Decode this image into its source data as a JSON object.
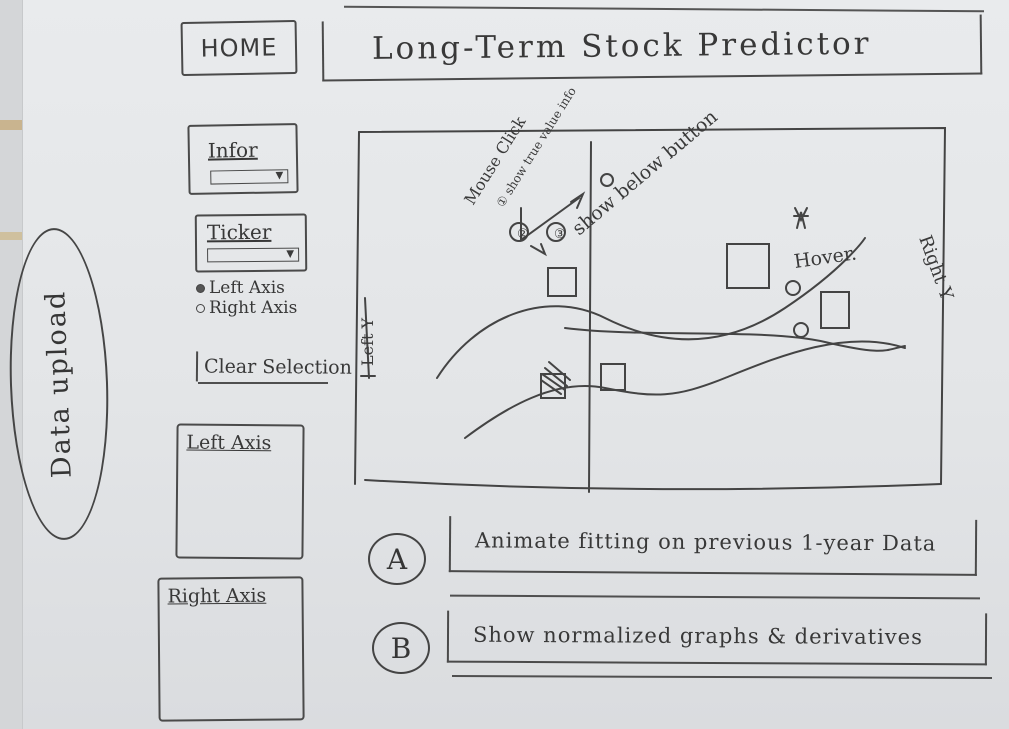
{
  "header": {
    "home_label": "HOME",
    "title": "Long-Term Stock Predictor"
  },
  "side": {
    "data_upload_label": "Data upload"
  },
  "sidebar": {
    "info_label": "Infor",
    "ticker_label": "Ticker",
    "radio_left": "Left Axis",
    "radio_right": "Right Axis",
    "clear_label": "Clear Selection",
    "left_panel_title": "Left Axis",
    "right_panel_title": "Right Axis"
  },
  "chart_data": {
    "type": "line",
    "annotations": {
      "mouse_click": "Mouse Click",
      "step1": "① show true value info",
      "step2": "②",
      "step3": "③",
      "show_below": "show below button",
      "hover": "Hover.",
      "left_axis": "Left Y",
      "right_axis": "Right Y"
    }
  },
  "buttons": {
    "a_letter": "A",
    "a_label": "Animate fitting on previous 1-year Data",
    "b_letter": "B",
    "b_label": "Show normalized graphs & derivatives"
  }
}
